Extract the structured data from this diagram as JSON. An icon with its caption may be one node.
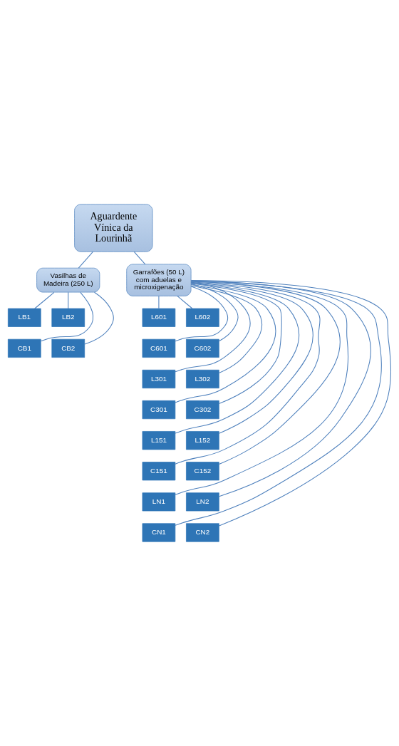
{
  "diagram": {
    "nodes": [
      {
        "text": [
          "Aguardente Vínica da Lourinhã"
        ]
      },
      {
        "text": [
          "Vasilhas de Madeira (250 L)"
        ]
      },
      {
        "text": [
          "Garrafões (50 L) com aduelas e microxigenação"
        ]
      },
      {
        "text": [
          "LB1"
        ]
      },
      {
        "text": [
          "LB2"
        ]
      },
      {
        "text": [
          "CB1"
        ]
      },
      {
        "text": [
          "CB2"
        ]
      },
      {
        "text": [
          "L601"
        ]
      },
      {
        "text": [
          "L602"
        ]
      },
      {
        "text": [
          "C601"
        ]
      },
      {
        "text": [
          "C602"
        ]
      },
      {
        "text": [
          "L301"
        ]
      },
      {
        "text": [
          "L302"
        ]
      },
      {
        "text": [
          "C301"
        ]
      },
      {
        "text": [
          "C302"
        ]
      },
      {
        "text": [
          "L151"
        ]
      },
      {
        "text": [
          "L152"
        ]
      },
      {
        "text": [
          "C151"
        ]
      },
      {
        "text": [
          "C152"
        ]
      },
      {
        "text": [
          "LN1"
        ]
      },
      {
        "text": [
          "LN2"
        ]
      },
      {
        "text": [
          "CN1"
        ]
      },
      {
        "text": [
          "CN2"
        ]
      }
    ],
    "edges": [
      {
        "from": 0,
        "to": 1,
        "arrow": "none"
      },
      {
        "from": 0,
        "to": 2,
        "arrow": "none"
      },
      {
        "from": 1,
        "to": 3,
        "arrow": "none"
      },
      {
        "from": 1,
        "to": 4,
        "arrow": "none"
      },
      {
        "from": 1,
        "to": 5,
        "arrow": "none"
      },
      {
        "from": 1,
        "to": 6,
        "arrow": "none"
      },
      {
        "from": 2,
        "to": 7,
        "arrow": "none"
      },
      {
        "from": 2,
        "to": 8,
        "arrow": "none"
      },
      {
        "from": 2,
        "to": 9,
        "arrow": "none"
      },
      {
        "from": 2,
        "to": 10,
        "arrow": "none"
      },
      {
        "from": 2,
        "to": 11,
        "arrow": "none"
      },
      {
        "from": 2,
        "to": 12,
        "arrow": "none"
      },
      {
        "from": 2,
        "to": 13,
        "arrow": "none"
      },
      {
        "from": 2,
        "to": 14,
        "arrow": "none"
      },
      {
        "from": 2,
        "to": 15,
        "arrow": "none"
      },
      {
        "from": 2,
        "to": 16,
        "arrow": "none"
      },
      {
        "from": 2,
        "to": 17,
        "arrow": "none"
      },
      {
        "from": 2,
        "to": 18,
        "arrow": "none"
      },
      {
        "from": 2,
        "to": 19,
        "arrow": "none"
      },
      {
        "from": 2,
        "to": 20,
        "arrow": "none"
      },
      {
        "from": 2,
        "to": 21,
        "arrow": "none"
      },
      {
        "from": 2,
        "to": 22,
        "arrow": "none"
      }
    ]
  }
}
